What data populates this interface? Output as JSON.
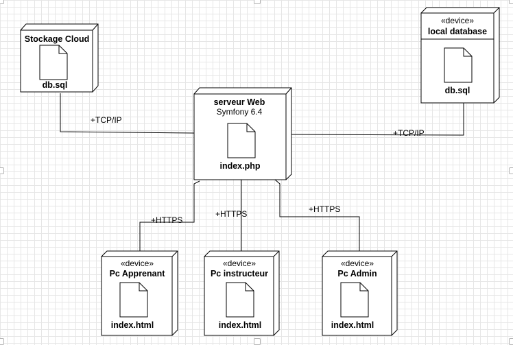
{
  "nodes": {
    "stockage_cloud": {
      "title": "Stockage Cloud",
      "artifact": "db.sql"
    },
    "local_database": {
      "stereotype": "«device»",
      "title": "local database",
      "artifact": "db.sql"
    },
    "serveur_web": {
      "title": "serveur Web",
      "subtitle": "Symfony 6.4",
      "artifact": "index.php"
    },
    "pc_apprenant": {
      "stereotype": "«device»",
      "title": "Pc Apprenant",
      "artifact": "index.html"
    },
    "pc_instructeur": {
      "stereotype": "«device»",
      "title": "Pc instructeur",
      "artifact": "index.html"
    },
    "pc_admin": {
      "stereotype": "«device»",
      "title": "Pc Admin",
      "artifact": "index.html"
    }
  },
  "edges": {
    "cloud_to_server": "+TCP/IP",
    "server_to_localdb": "+TCP/IP",
    "server_to_apprenant": "+HTTPS",
    "server_to_instructeur": "+HTTPS",
    "server_to_admin": "+HTTPS"
  },
  "colors": {
    "stroke": "#000000",
    "grid": "#e6e6e6",
    "fill": "#ffffff"
  }
}
